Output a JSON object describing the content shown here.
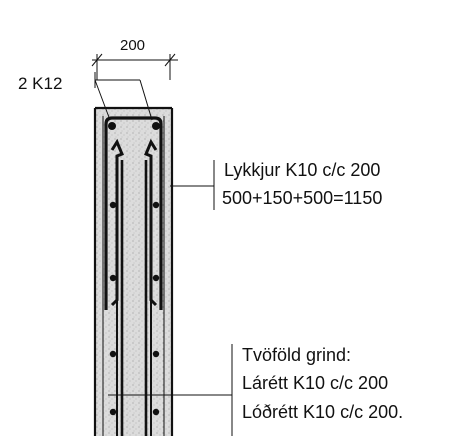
{
  "dimension": {
    "width_label": "200"
  },
  "top_bars_label": "2 K12",
  "annotations": [
    {
      "id": "u-bars",
      "lines": [
        "Lykkjur K10 c/c 200",
        "500+150+500=1150"
      ]
    },
    {
      "id": "double-mesh",
      "lines": [
        "Tvöföld grind:",
        "Lárétt K10 c/c 200",
        "Lóðrétt K10 c/c 200."
      ]
    }
  ],
  "colors": {
    "ink": "#111111",
    "concrete": "#d9d9d9"
  }
}
